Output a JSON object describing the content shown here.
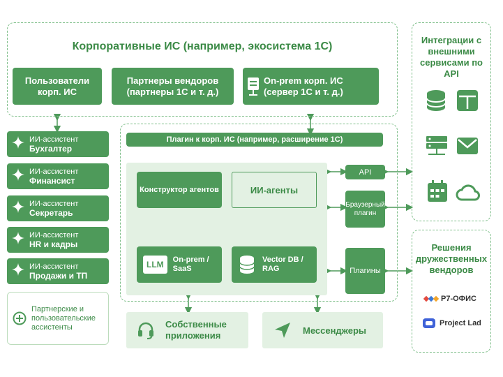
{
  "corp": {
    "title": "Корпоративные ИС (например, экосистема 1С)",
    "users": "Пользователи корп. ИС",
    "partners": "Партнеры вендоров (партнеры 1С и т. д.)",
    "onprem": "On-prem корп. ИС (сервер 1С и т. д.)"
  },
  "assistants": [
    {
      "prefix": "ИИ-ассистент",
      "name": "Бухгалтер"
    },
    {
      "prefix": "ИИ-ассистент",
      "name": "Финансист"
    },
    {
      "prefix": "ИИ-ассистент",
      "name": "Секретарь"
    },
    {
      "prefix": "ИИ-ассистент",
      "name": "HR и кадры"
    },
    {
      "prefix": "ИИ-ассистент",
      "name": "Продажи и ТП"
    }
  ],
  "partner_assistants": "Партнерские и пользовательские ассистенты",
  "plugin": "Плагин к корп. ИС (например, расширение 1С)",
  "core": {
    "constructor": "Конструктор агентов",
    "agents": "ИИ-агенты",
    "llm_badge": "LLM",
    "llm": "On-prem / SaaS",
    "vector": "Vector DB / RAG"
  },
  "side": {
    "api": "API",
    "browser": "Браузерный плагин",
    "plugins": "Плагины"
  },
  "bottom": {
    "apps": "Собственные приложения",
    "messengers": "Мессенджеры"
  },
  "integrations": {
    "title": "Интеграции с внешними сервисами по API",
    "icons": [
      "database-icon",
      "spreadsheet-icon",
      "server-icon",
      "mail-icon",
      "calendar-icon",
      "cloud-icon"
    ]
  },
  "vendors": {
    "title": "Решения дружественных вендоров",
    "items": [
      "Р7-ОФИС",
      "Project Lad"
    ]
  },
  "colors": {
    "primary": "#4e9a5a",
    "light": "#e3f1e3",
    "dash": "#7fbf8a"
  }
}
